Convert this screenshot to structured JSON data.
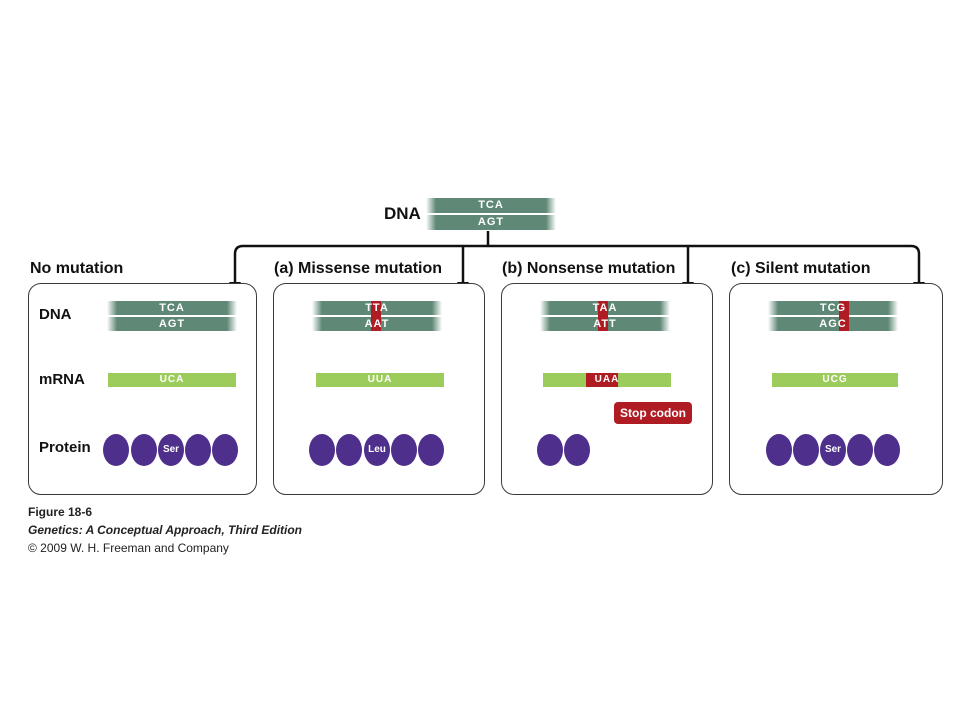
{
  "top": {
    "label": "DNA",
    "top_strand": "TCA",
    "bottom_strand": "AGT"
  },
  "row_labels": {
    "dna": "DNA",
    "mrna": "mRNA",
    "protein": "Protein"
  },
  "panels": [
    {
      "heading": "No mutation",
      "dna_top": "TCA",
      "dna_bottom": "AGT",
      "mrna": "UCA",
      "amino_acid": "Ser"
    },
    {
      "heading": "(a)  Missense mutation",
      "dna_top": "TTA",
      "dna_bottom": "AAT",
      "mrna": "UUA",
      "amino_acid": "Leu"
    },
    {
      "heading": "(b)  Nonsense mutation",
      "dna_top": "TAA",
      "dna_bottom": "ATT",
      "mrna": "UAA",
      "stop_label": "Stop codon"
    },
    {
      "heading": "(c)  Silent mutation",
      "dna_top": "TCG",
      "dna_bottom": "AGC",
      "mrna": "UCG",
      "amino_acid": "Ser"
    }
  ],
  "caption": {
    "figure": "Figure 18-6",
    "book": "Genetics: A Conceptual Approach, Third Edition",
    "copyright": "© 2009 W. H. Freeman and Company"
  },
  "colors": {
    "dna": "#5f8876",
    "mrna": "#9ccd5c",
    "protein": "#4e2f8c",
    "mutation": "#b01c24"
  }
}
